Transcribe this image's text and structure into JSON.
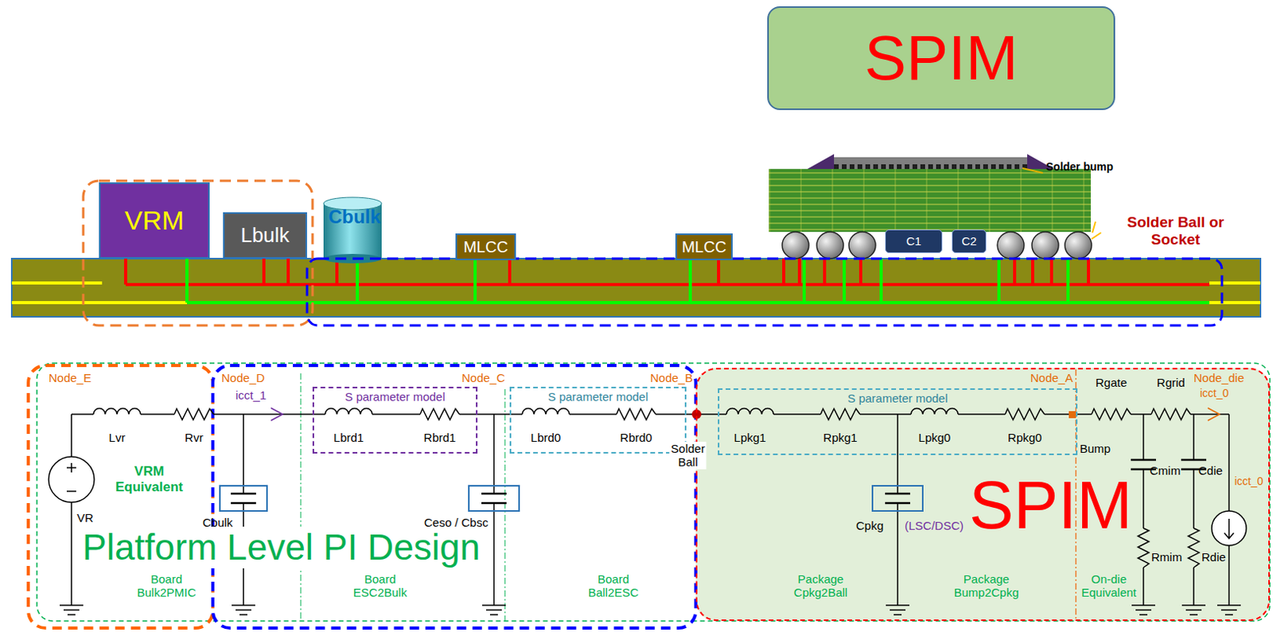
{
  "diagram": {
    "nodes": [
      {
        "text": [
          "SPIM"
        ]
      },
      {
        "text": [
          "VRM"
        ]
      },
      {
        "text": [
          "Lbulk"
        ]
      },
      {
        "text": [
          "Cbulk"
        ]
      },
      {
        "text": [
          "MLCC"
        ]
      },
      {
        "text": [
          "MLCC"
        ]
      },
      {
        "text": [
          "C1"
        ]
      },
      {
        "text": [
          "C2"
        ]
      },
      {
        "text": [
          "S parameter model"
        ]
      },
      {
        "text": [
          "S parameter model"
        ]
      },
      {
        "text": [
          "SPIM"
        ]
      },
      {
        "text": [
          "S parameter model"
        ],
        "in": 10
      }
    ],
    "labels": [
      "Solder bump",
      "Solder Ball or Socket",
      "Node_E",
      "Node_D",
      "icct_1",
      "Node_C",
      "Node_B",
      "Node_A",
      "Rgate",
      "Rgrid",
      "Node_die",
      "icct_0",
      "Lvr",
      "Rvr",
      "VRM Equivalent",
      "VR",
      "Cbulk",
      "Lbrd1",
      "Rbrd1",
      "Lbrd0",
      "Rbrd0",
      "Ceso / Cbsc",
      "Solder Ball",
      "Lpkg1",
      "Rpkg1",
      "Lpkg0",
      "Rpkg0",
      "Bump",
      "Cmim",
      "Cdie",
      "icct_0",
      "Cpkg",
      "(LSC/DSC)",
      "Rmim",
      "Rdie",
      "Platform Level PI Design",
      "Board Bulk2PMIC",
      "Board ESC2Bulk",
      "Board Ball2ESC",
      "Package Cpkg2Ball",
      "Package Bump2Cpkg",
      "On-die Equivalent"
    ]
  }
}
